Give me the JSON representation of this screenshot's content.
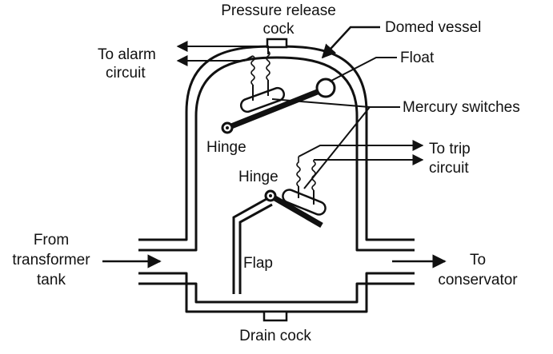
{
  "labels": {
    "pressure_release_1": "Pressure release",
    "pressure_release_2": "cock",
    "domed_vessel": "Domed vessel",
    "to_alarm_1": "To alarm",
    "to_alarm_2": "circuit",
    "float": "Float",
    "mercury_switches": "Mercury switches",
    "hinge_upper": "Hinge",
    "to_trip_1": "To trip",
    "to_trip_2": "circuit",
    "hinge_lower": "Hinge",
    "from_1": "From",
    "from_2": "transformer",
    "from_3": "tank",
    "flap": "Flap",
    "to_1": "To",
    "to_2": "conservator",
    "drain_cock": "Drain cock"
  },
  "colors": {
    "stroke": "#111111",
    "background": "#ffffff"
  }
}
